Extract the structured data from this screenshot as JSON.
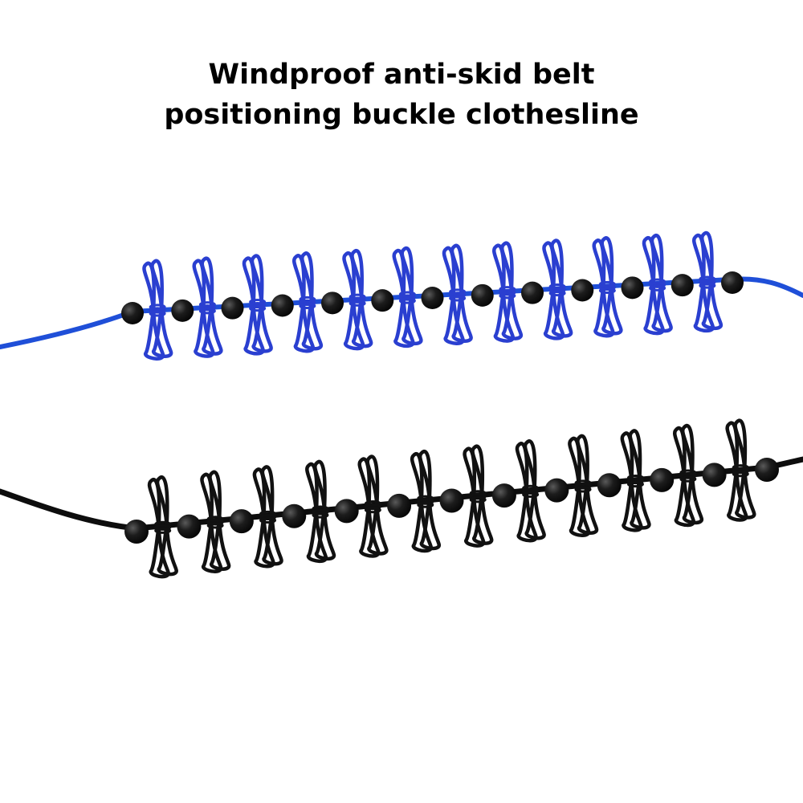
{
  "title": {
    "line1": "Windproof anti-skid belt",
    "line2": "positioning buckle clothesline"
  },
  "products": [
    {
      "name": "blue-clothesline",
      "cord_color": "#1f4fd8",
      "clip_color": "#2a3fd0",
      "bead_color": "#151515",
      "clip_count": 12
    },
    {
      "name": "black-clothesline",
      "cord_color": "#0d0d0d",
      "clip_color": "#111111",
      "bead_color": "#1a1a1a",
      "clip_count": 12
    }
  ]
}
